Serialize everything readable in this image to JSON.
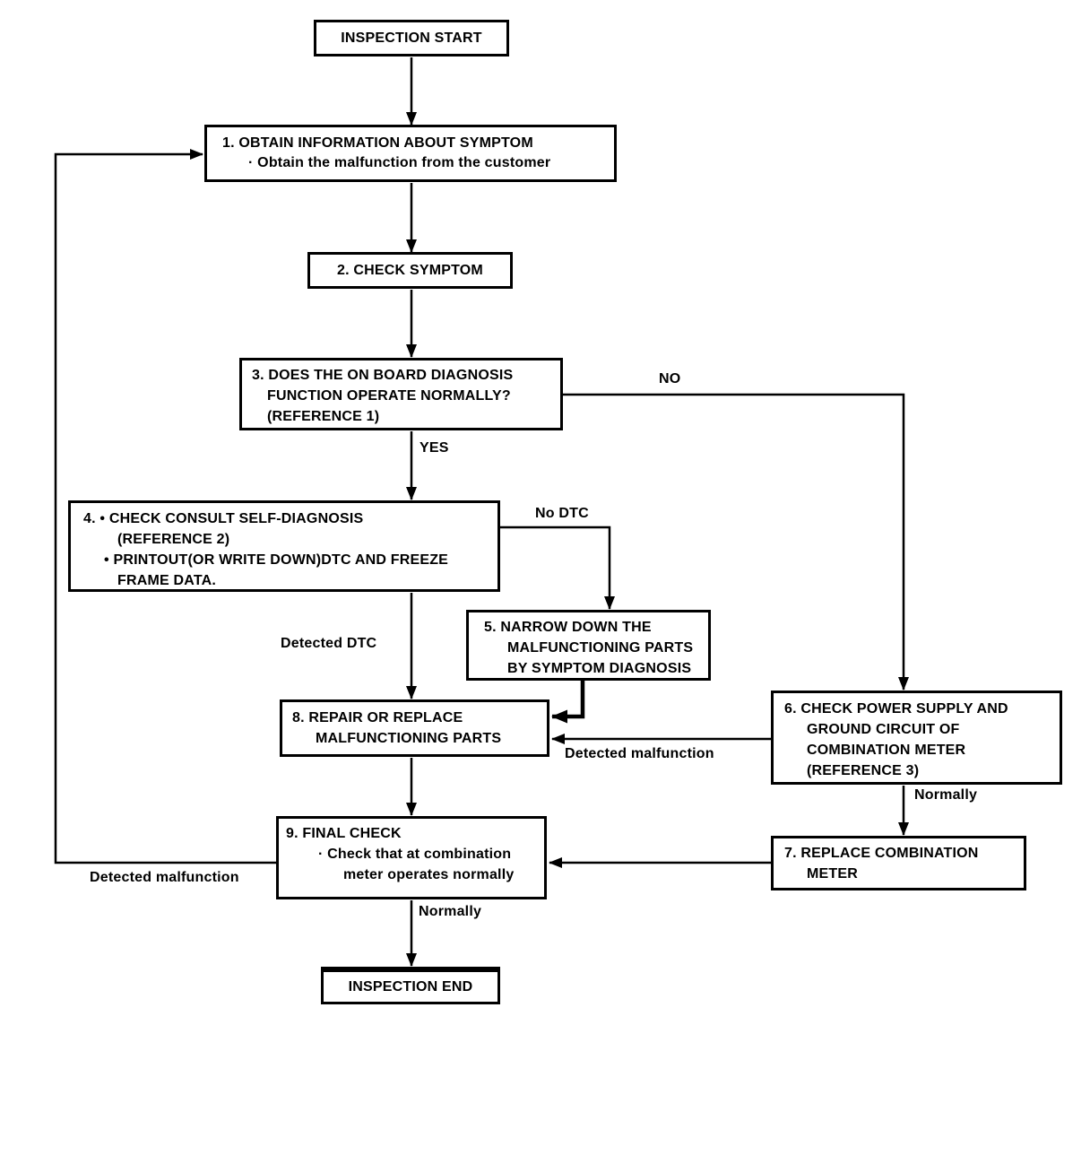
{
  "nodes": {
    "start": {
      "label": "INSPECTION START"
    },
    "step1": {
      "lines": [
        "1. OBTAIN INFORMATION ABOUT SYMPTOM",
        "· Obtain the malfunction from the customer"
      ]
    },
    "step2": {
      "label": "2. CHECK SYMPTOM"
    },
    "step3": {
      "lines": [
        "3. DOES THE ON BOARD DIAGNOSIS",
        "FUNCTION OPERATE NORMALLY?",
        "(REFERENCE 1)"
      ]
    },
    "step4": {
      "lines": [
        "4. • CHECK CONSULT SELF-DIAGNOSIS",
        "(REFERENCE 2)",
        "• PRINTOUT(OR WRITE DOWN)DTC AND FREEZE",
        "FRAME DATA."
      ]
    },
    "step5": {
      "lines": [
        "5. NARROW DOWN THE",
        "MALFUNCTIONING PARTS",
        "BY SYMPTOM DIAGNOSIS"
      ]
    },
    "step6": {
      "lines": [
        "6. CHECK POWER SUPPLY AND",
        "GROUND CIRCUIT OF",
        "COMBINATION METER",
        "(REFERENCE 3)"
      ]
    },
    "step7": {
      "lines": [
        "7. REPLACE COMBINATION",
        "METER"
      ]
    },
    "step8": {
      "lines": [
        "8. REPAIR OR REPLACE",
        "MALFUNCTIONING PARTS"
      ]
    },
    "step9": {
      "lines": [
        "9. FINAL CHECK",
        "· Check that at combination",
        "meter operates normally"
      ]
    },
    "end": {
      "label": "INSPECTION END"
    }
  },
  "edge_labels": {
    "yes": "YES",
    "no": "NO",
    "no_dtc": "No DTC",
    "detected_dtc": "Detected DTC",
    "detected_malfunction_right": "Detected malfunction",
    "detected_malfunction_left": "Detected malfunction",
    "normally_right": "Normally",
    "normally_bottom": "Normally"
  },
  "colors": {
    "line": "#000000",
    "text": "#000000",
    "background": "#ffffff"
  }
}
